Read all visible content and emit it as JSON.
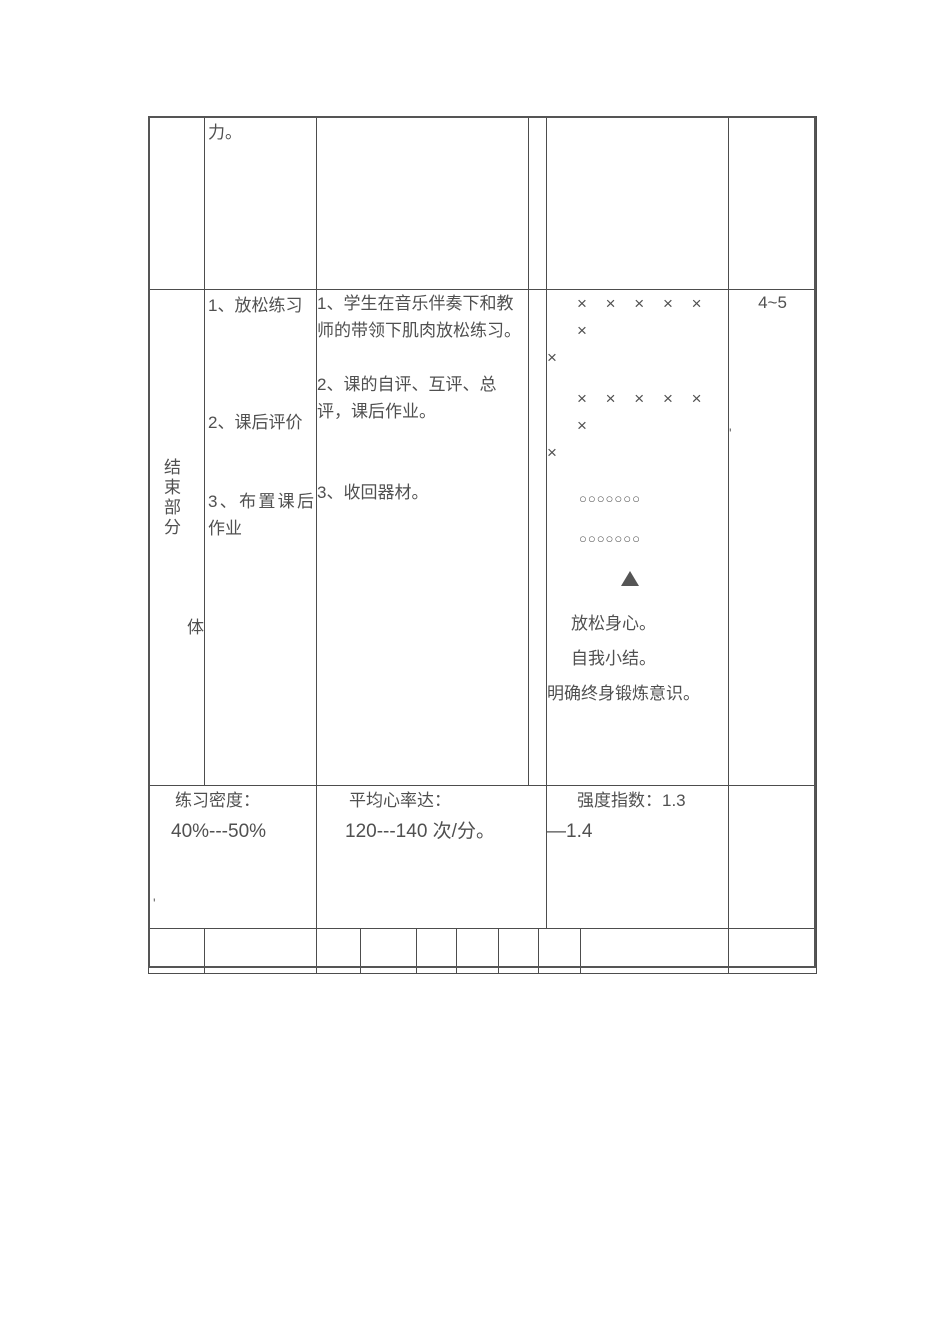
{
  "document": {
    "type": "lesson-plan-table",
    "language": "zh-CN"
  },
  "rows": {
    "continued_row": {
      "content_cell": "力。"
    },
    "closing_part": {
      "phase_label": "结束部分",
      "ti_char": "体",
      "content_items": [
        "1、放松练习",
        "2、课后评价",
        "3、布置课后作业"
      ],
      "description_items": [
        "1、学生在音乐伴奏下和教师的带领下肌肉放松练习。",
        "2、课的自评、互评、总评，课后作业。",
        "3、收回器材。"
      ],
      "formation": {
        "x_row_1": "× × × × × ×",
        "x_wrap_1": "×",
        "x_row_2": "× × × × × ×",
        "x_wrap_2": "×",
        "circle_row_1": "○○○○○○○",
        "circle_row_2": "○○○○○○○",
        "leader_marker": "▲",
        "notes": [
          "放松身心。",
          "自我小结。",
          "明确终身锻炼意识。"
        ]
      },
      "time": "4~5"
    },
    "summary": {
      "density_label": "练习密度：",
      "density_value": "40%---50%",
      "heart_rate_label": "平均心率达：",
      "heart_rate_value": "120---140 次/分。",
      "intensity_label": "强度指数：1.3",
      "intensity_value": "—1.4"
    },
    "footer_row": {
      "cells": [
        "",
        "",
        "",
        "",
        "",
        "",
        "",
        "",
        "",
        ""
      ]
    }
  },
  "artifacts": {
    "comma_time_col": "'",
    "comma_left_margin": "'"
  },
  "colors": {
    "border": "#4d4d4d",
    "text": "#505050",
    "marker": "#555555",
    "page_background": "#ffffff"
  }
}
